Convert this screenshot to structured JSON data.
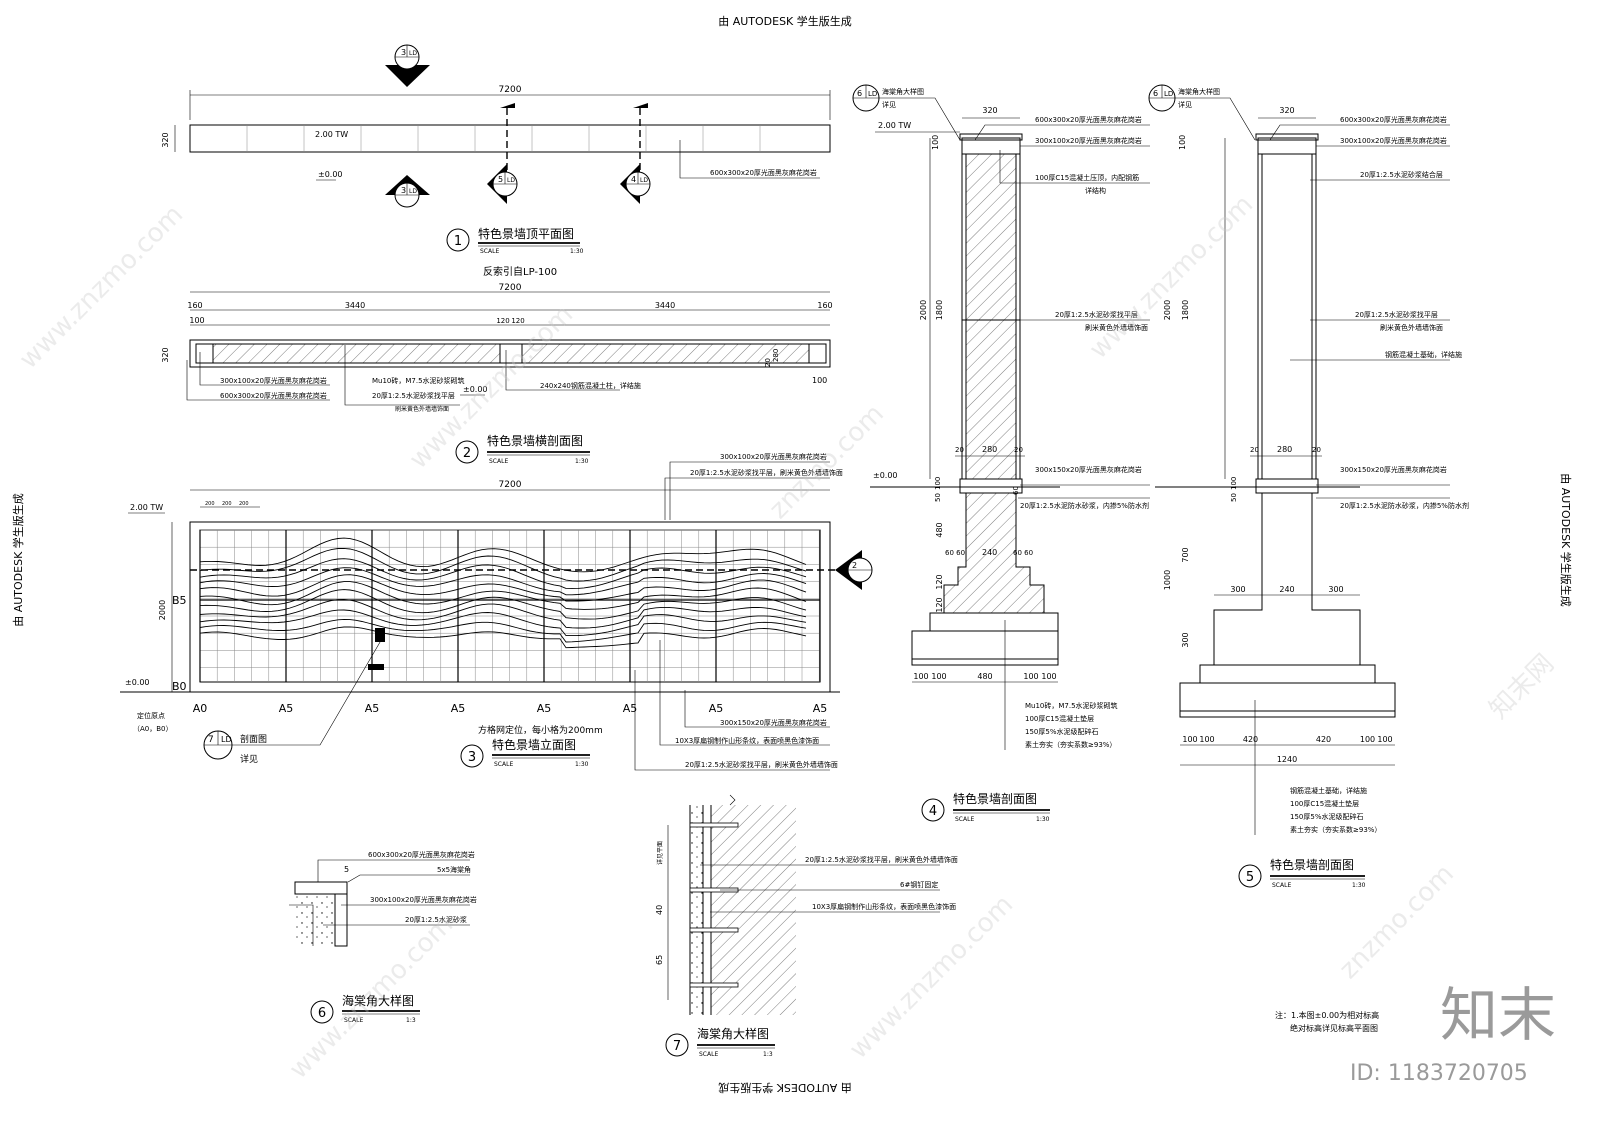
{
  "header_text": "由 AUTODESK 学生版生成",
  "footer_text": "由 AUTODESK 学生版生成",
  "side_left_text": "由 AUTODESK 学生版生成",
  "side_right_text": "由 AUTODESK 学生版生成",
  "drawing1": {
    "num": "1",
    "title": "特色景墙顶平面图",
    "scale_label": "SCALE",
    "scale": "1:30",
    "dim_total": "7200",
    "dim_width": "320",
    "elev_tw": "2.00 TW",
    "elev_zero": "±0.00",
    "note": "600x300x20厚光面黑灰麻花岗岩",
    "sym3_top": "3",
    "sym3_bottom": "3",
    "sym5": "5",
    "sym4": "4",
    "sym_ld": "LD",
    "sym_dash": "—"
  },
  "drawing2": {
    "num": "2",
    "title": "特色景墙横剖面图",
    "scale_label": "SCALE",
    "scale": "1:30",
    "ref": "反索引自LP-100",
    "dim_total": "7200",
    "dim_160a": "160",
    "dim_3440a": "3440",
    "dim_3440b": "3440",
    "dim_160b": "160",
    "dim_100a": "100",
    "dim_120a": "120",
    "dim_120b": "120",
    "dim_320": "320",
    "dim_20": "20",
    "dim_280": "280",
    "dim_100b": "100",
    "elev_zero": "±0.00",
    "note1": "300x100x20厚光面黑灰麻花岗岩",
    "note2": "600x300x20厚光面黑灰麻花岗岩",
    "note3": "Mu10砖，M7.5水泥砂浆砌筑",
    "note4": "20厚1:2.5水泥砂浆找平层",
    "note5": "刷米黄色外墙墙饰面",
    "note6": "240x240钢筋混凝土柱，详结施"
  },
  "drawing3": {
    "num": "3",
    "title": "特色景墙立面图",
    "scale_label": "SCALE",
    "scale": "1:30",
    "dim_total": "7200",
    "dim_2000": "2000",
    "dim_200a": "200",
    "dim_200b": "200",
    "dim_200c": "200",
    "elev_tw": "2.00 TW",
    "elev_zero": "±0.00",
    "b5": "B5",
    "b0": "B0",
    "axis_labels": [
      "A0",
      "A5",
      "A5",
      "A5",
      "A5",
      "A5",
      "A5",
      "A5"
    ],
    "origin_label1": "定位原点",
    "origin_label2": "（A0，B0）",
    "grid_note": "方格网定位，每小格为200mm",
    "note1": "300x100x20厚光面黑灰麻花岗岩",
    "note2": "20厚1:2.5水泥砂浆找平层，刷米黄色外墙墙饰面",
    "note3": "300x150x20厚光面黑灰麻花岗岩",
    "note4": "10X3厚扁钢制作山形条纹，表面喷黑色漆饰面",
    "note5": "20厚1:2.5水泥砂浆找平层，刷米黄色外墙墙饰面",
    "callout_num": "7",
    "callout_ld": "LD",
    "callout_text": "剖面图",
    "callout_detail": "详见",
    "sym2": "2"
  },
  "drawing4": {
    "num": "4",
    "title": "特色景墙剖面图",
    "scale_label": "SCALE",
    "scale": "1:30",
    "callout_num": "6",
    "callout_ld": "LD",
    "callout_text": "海棠角大样图",
    "callout_detail": "详见",
    "elev_tw": "2.00 TW",
    "elev_zero": "±0.00",
    "dim_320": "320",
    "dim_100": "100",
    "dim_2000": "2000",
    "dim_1800": "1800",
    "dim_20a": "20",
    "dim_280": "280",
    "dim_20b": "20",
    "dim_100b": "100",
    "dim_50": "50",
    "dim_60": "60",
    "dim_480": "480",
    "dim_120a": "120",
    "dim_120b": "120",
    "dim_6060a": "60 60",
    "dim_240": "240",
    "dim_6060b": "60 60",
    "dim_bottom": [
      "100",
      "100",
      "480",
      "100",
      "100"
    ],
    "note1": "600x300x20厚光面黑灰麻花岗岩",
    "note2": "300x100x20厚光面黑灰麻花岗岩",
    "note3": "100厚C15混凝土压顶，内配钢筋",
    "note3b": "详结构",
    "note4": "20厚1:2.5水泥砂浆找平层",
    "note4b": "刷米黄色外墙墙饰面",
    "note5": "300x150x20厚光面黑灰麻花岗岩",
    "note6": "20厚1:2.5水泥防水砂浆，内掺5%防水剂",
    "base1": "Mu10砖，M7.5水泥砂浆砌筑",
    "base2": "100厚C15混凝土垫层",
    "base3": "150厚5%水泥级配碎石",
    "base4": "素土夯实（夯实系数≥93%）"
  },
  "drawing5": {
    "num": "5",
    "title": "特色景墙剖面图",
    "scale_label": "SCALE",
    "scale": "1:30",
    "callout_num": "6",
    "callout_ld": "LD",
    "callout_text": "海棠角大样图",
    "callout_detail": "详见",
    "dim_320": "320",
    "dim_100": "100",
    "dim_2000": "2000",
    "dim_1800": "1800",
    "dim_20a": "20",
    "dim_280": "280",
    "dim_20b": "20",
    "dim_100b": "100",
    "dim_50": "50",
    "dim_1000": "1000",
    "dim_700": "700",
    "dim_300v": "300",
    "dim_300a": "300",
    "dim_240": "240",
    "dim_300b": "300",
    "dim_bottom": [
      "100",
      "100",
      "420",
      "420",
      "100",
      "100"
    ],
    "dim_1240": "1240",
    "note1": "600x300x20厚光面黑灰麻花岗岩",
    "note2": "300x100x20厚光面黑灰麻花岗岩",
    "note3": "20厚1:2.5水泥砂浆结合层",
    "note4": "20厚1:2.5水泥砂浆找平层",
    "note4b": "刷米黄色外墙墙饰面",
    "note5": "钢筋混凝土基础，详结施",
    "note6": "300x150x20厚光面黑灰麻花岗岩",
    "note7": "20厚1:2.5水泥防水砂浆，内掺5%防水剂",
    "base1": "钢筋混凝土基础，详结施",
    "base2": "100厚C15混凝土垫层",
    "base3": "150厚5%水泥级配碎石",
    "base4": "素土夯实（夯实系数≥93%）"
  },
  "drawing6": {
    "num": "6",
    "title": "海棠角大样图",
    "scale_label": "SCALE",
    "scale": "1:3",
    "dim_5": "5",
    "note1": "600x300x20厚光面黑灰麻花岗岩",
    "note2": "5x5海棠角",
    "note3": "300x100x20厚光面黑灰麻花岗岩",
    "note4": "20厚1:2.5水泥砂浆"
  },
  "drawing7": {
    "num": "7",
    "title": "海棠角大样图",
    "scale_label": "SCALE",
    "scale": "1:3",
    "dim_vert_label": "详见平面",
    "dim_40": "40",
    "dim_65": "65",
    "note1": "20厚1:2.5水泥砂浆找平层，刷米黄色外墙墙饰面",
    "note2": "6#钢钉固定",
    "note3": "10X3厚扁钢制作山形条纹，表面喷黑色漆饰面"
  },
  "general_notes": {
    "line1": "注：1.本图±0.00为相对标高",
    "line2": "绝对标高详见标高平面图"
  },
  "watermark": {
    "logo": "知末",
    "id": "ID: 1183720705",
    "site": "znzmo.com",
    "site2": "www.znzmo.com",
    "brand": "知末网"
  }
}
